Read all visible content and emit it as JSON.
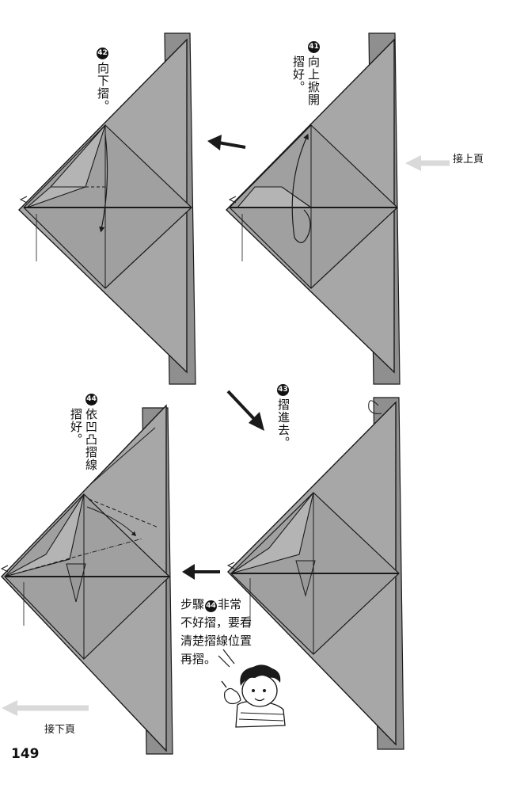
{
  "steps": [
    {
      "number": "42",
      "text": "向下摺。"
    },
    {
      "number": "41",
      "text": "向上掀開\n摺好。"
    },
    {
      "number": "43",
      "text": "摺進去。"
    },
    {
      "number": "44",
      "text": "依凹凸摺線\n摺好。"
    }
  ],
  "nav": {
    "prev_page": "接上頁",
    "next_page": "接下頁"
  },
  "note": {
    "line1_pre": "步驟",
    "line1_num": "44",
    "line1_post": "非常",
    "line2": "不好摺，要看",
    "line3": "清楚摺線位置",
    "line4": "再摺。"
  },
  "page_number": "149",
  "colors": {
    "paper": "#a7a7a7",
    "paper_dark": "#8c8c8c",
    "line": "#1a1a1a",
    "nav_arrow": "#d9d9d9"
  }
}
